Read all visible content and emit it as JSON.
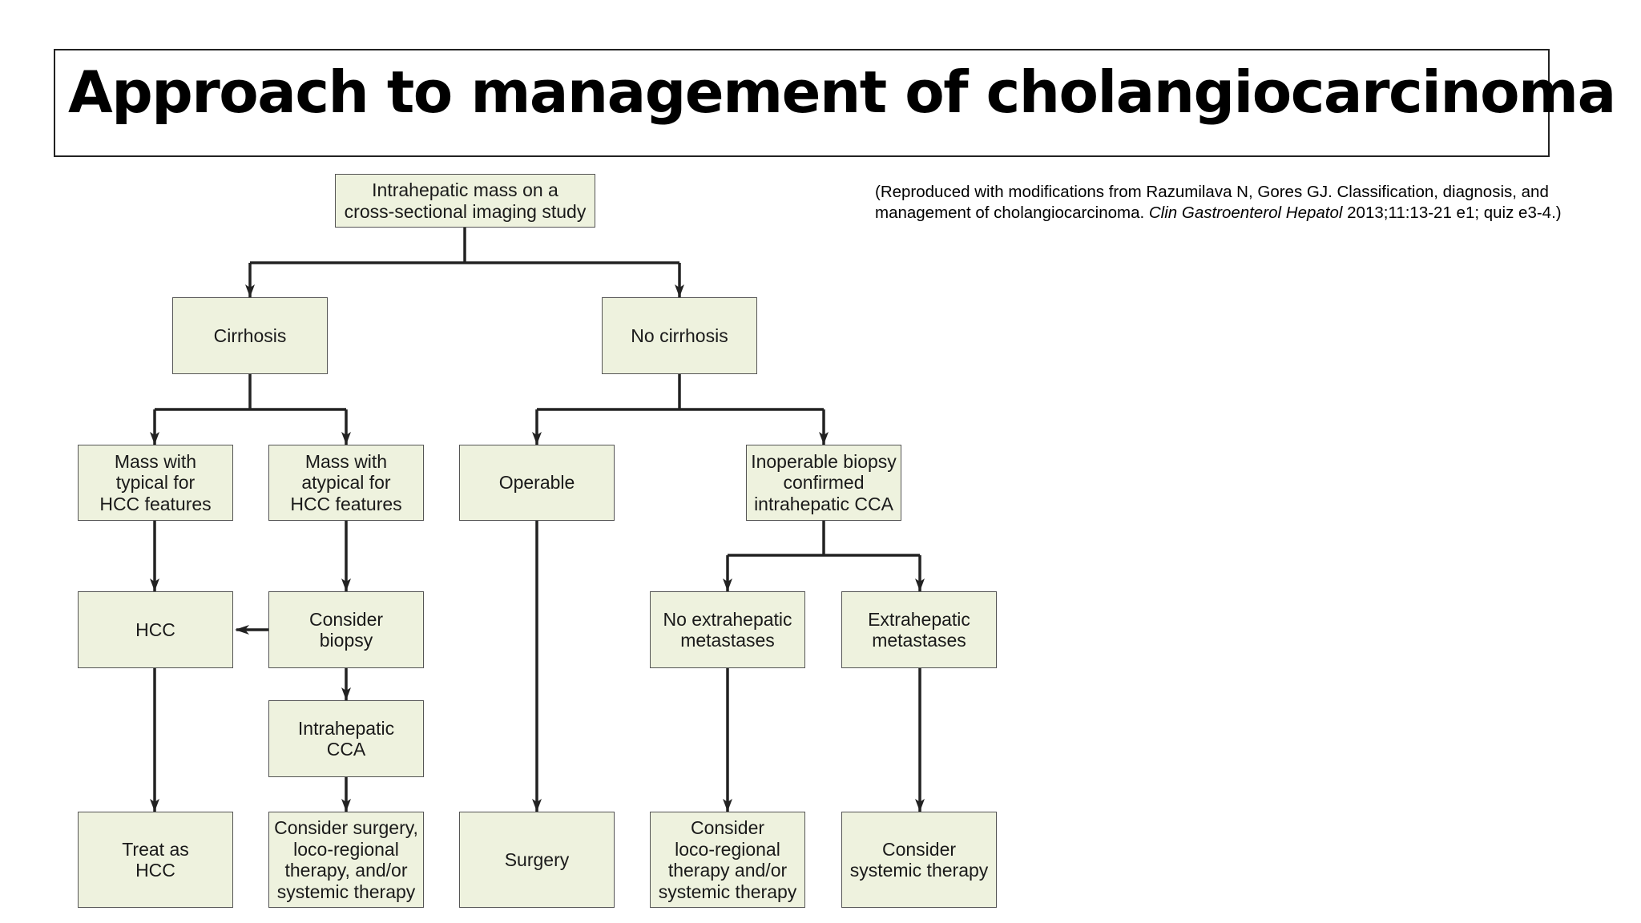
{
  "slide": {
    "title": "Approach to management of cholangiocarcinoma"
  },
  "citation": {
    "line1": "(Reproduced with modifications from Razumilava N, Gores GJ. Classification, diagnosis, and",
    "line2_pre": "management of cholangiocarcinoma. ",
    "line2_journal": "Clin Gastroenterol Hepatol",
    "line2_post": " 2013;11:13-21 e1; quiz e3-4.)"
  },
  "flowchart": {
    "nodes": {
      "root": "Intrahepatic mass on a\ncross-sectional imaging study",
      "cirrhosis": "Cirrhosis",
      "no_cirrhosis": "No cirrhosis",
      "typical_hcc": "Mass with\ntypical for\nHCC features",
      "atypical_hcc": "Mass with\natypical for\nHCC features",
      "operable": "Operable",
      "inoperable": "Inoperable biopsy\nconfirmed\nintrahepatic CCA",
      "hcc": "HCC",
      "consider_biopsy": "Consider\nbiopsy",
      "no_extrahepatic": "No extrahepatic\nmetastases",
      "extrahepatic": "Extrahepatic\nmetastases",
      "intrahepatic_cca": "Intrahepatic\nCCA",
      "treat_hcc": "Treat as\nHCC",
      "consider_surgery": "Consider surgery,\nloco-regional\ntherapy, and/or\nsystemic therapy",
      "surgery": "Surgery",
      "consider_locoregional": "Consider\nloco-regional\ntherapy and/or\nsystemic therapy",
      "consider_systemic": "Consider\nsystemic therapy"
    },
    "colors": {
      "box_fill": "#eef2de",
      "box_border": "#555555",
      "connector": "#222222"
    }
  }
}
